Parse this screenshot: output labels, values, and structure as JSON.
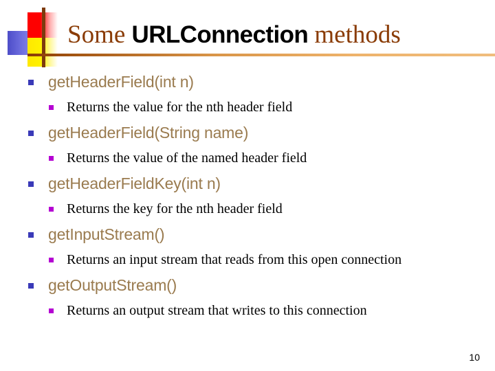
{
  "slide": {
    "title": {
      "part_serif_1": "Some ",
      "part_sans": "URLConnection",
      "part_serif_2": " methods"
    },
    "page_number": "10",
    "colors": {
      "title_serif": "#8a3c06",
      "title_sans": "#000000",
      "level1_text": "#9a7b4f",
      "level1_bullet": "#3a3ab8",
      "level2_text": "#000000",
      "level2_bullet": "#b400d2",
      "rule_left": "#8a3c06",
      "rule_right": "#f0bd7d",
      "deco_red": "#fe0000",
      "deco_yellow": "#fff200",
      "deco_blue": "#6f6fe0",
      "deco_line": "#7d3b0d"
    },
    "items": [
      {
        "method": "getHeaderField(int n)",
        "description": "Returns the value for the nth header field"
      },
      {
        "method": "getHeaderField(String name)",
        "description": "Returns the value of the named header field"
      },
      {
        "method": "getHeaderFieldKey(int n)",
        "description": "Returns the key for the nth header field"
      },
      {
        "method": "getInputStream()",
        "description": "Returns an input stream that reads from this open connection"
      },
      {
        "method": "getOutputStream()",
        "description": "Returns an output stream that writes to this connection"
      }
    ]
  }
}
